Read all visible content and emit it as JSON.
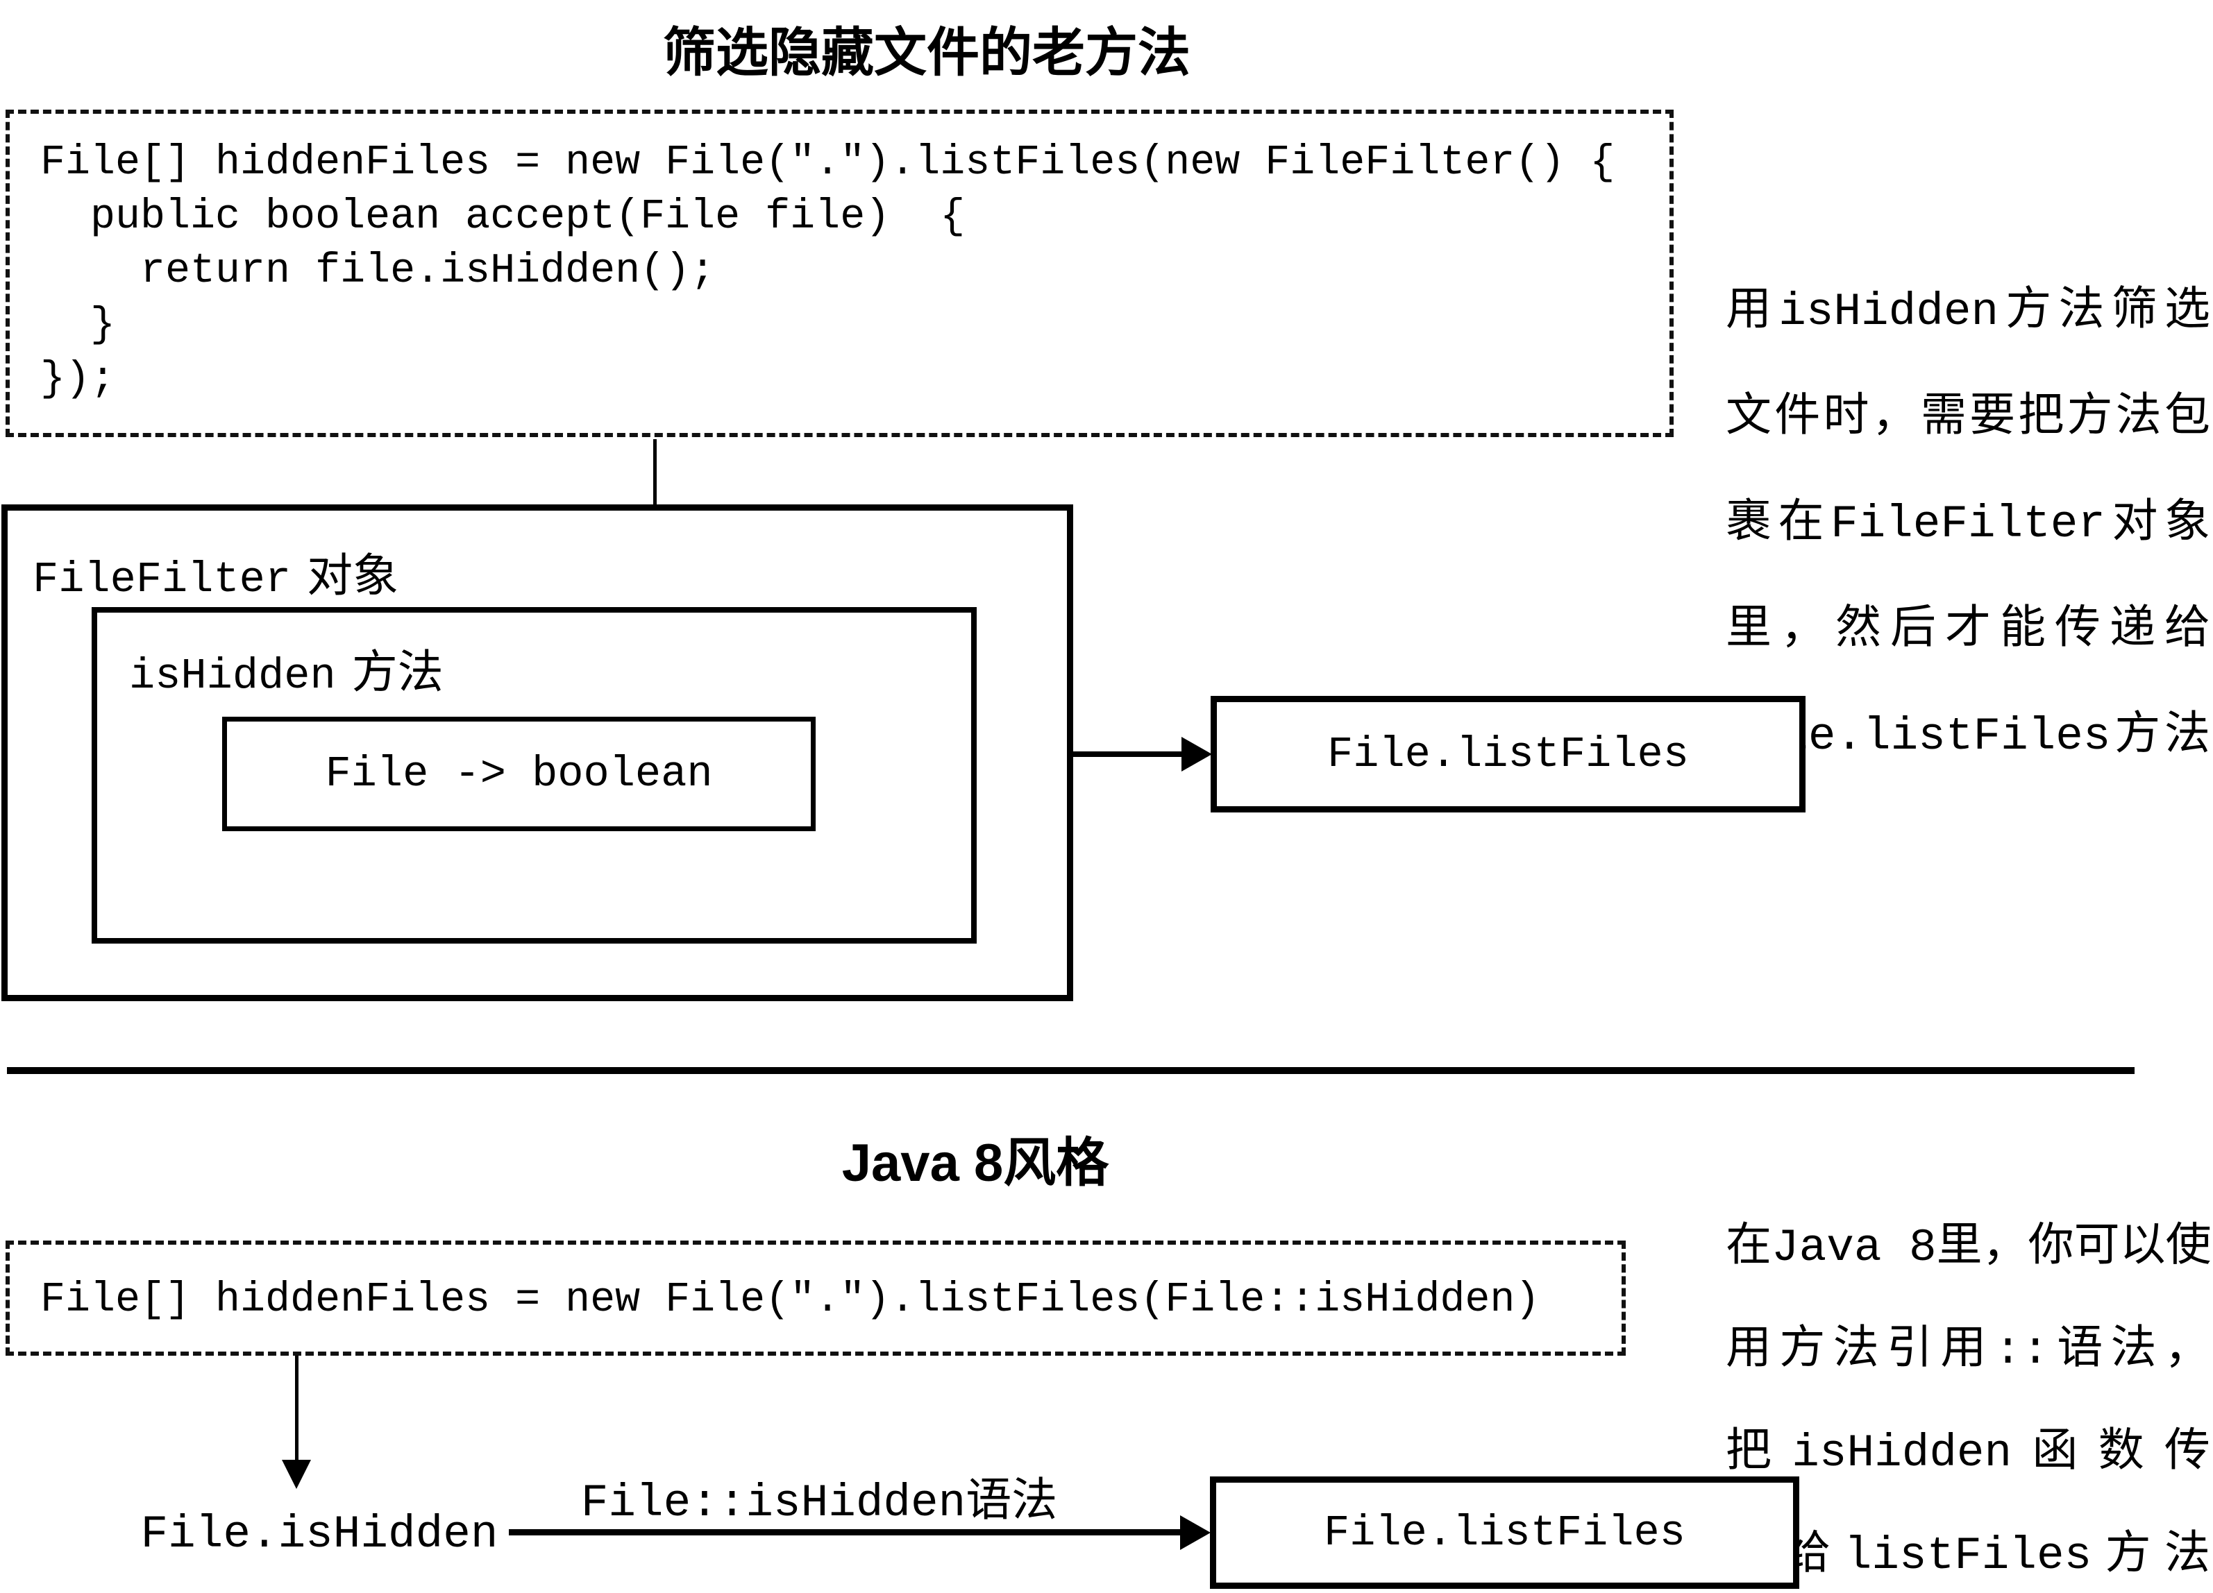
{
  "titles": {
    "old": "筛选隐藏文件的老方法",
    "java8": "Java 8风格"
  },
  "code": {
    "old": "File[] hiddenFiles = new File(\".\").listFiles(new FileFilter() {\n  public boolean accept(File file)  {\n    return file.isHidden();\n  }\n});",
    "java8": "File[] hiddenFiles = new File(\".\").listFiles(File::isHidden)"
  },
  "annotations": {
    "old": [
      "用isHidden方法筛选",
      "文件时，需要把方法包",
      "裹在FileFilter对象",
      "里，然后才能传递给",
      "File.listFiles方法"
    ],
    "java8": [
      "在Java 8里，你可以使",
      "用方法引用::语法，",
      "把isHidden函数传",
      "递给listFiles方法"
    ]
  },
  "boxes": {
    "filefilter": {
      "code": "FileFilter",
      "cn": "对象"
    },
    "ishidden": {
      "code": "isHidden",
      "cn": "方法"
    },
    "file_boolean": "File -> boolean",
    "listfiles_top": "File.listFiles",
    "listfiles_bottom": "File.listFiles"
  },
  "flow": {
    "file_ishidden": "File.isHidden",
    "syntax_label": {
      "code": "File::isHidden",
      "cn": "语法"
    }
  }
}
